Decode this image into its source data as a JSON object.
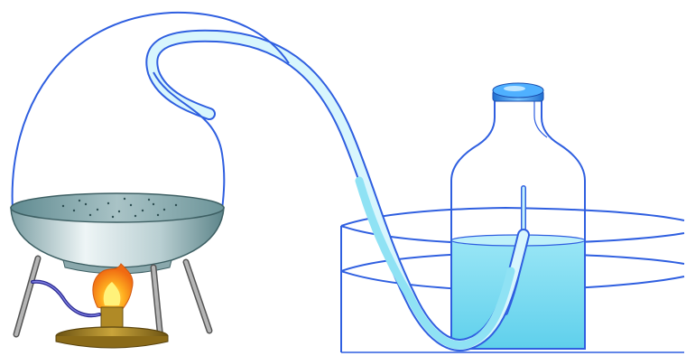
{
  "diagram": {
    "type": "laboratory-apparatus-illustration",
    "components": [
      "tripod-stand",
      "burner-flame",
      "gas-hose",
      "dish-with-vessel",
      "glass-dome",
      "delivery-tube",
      "water-trough",
      "collection-bottle",
      "bottle-stopper"
    ],
    "colors": {
      "glass_outline": "#2f5fe0",
      "water_fill": "#7fdcf0",
      "water_surface": "#a9ecf8",
      "tube_fill": "#b8eefc",
      "dish_metal_light": "#e6f0f2",
      "dish_metal_dark": "#5f8a90",
      "flame_orange": "#f07a18",
      "flame_yellow": "#ffd23a",
      "burner_base": "#9a7a1e",
      "tripod_legs": "#8d8d8d",
      "hose": "#3f3fb0",
      "stopper": "#3a9ff0"
    }
  }
}
